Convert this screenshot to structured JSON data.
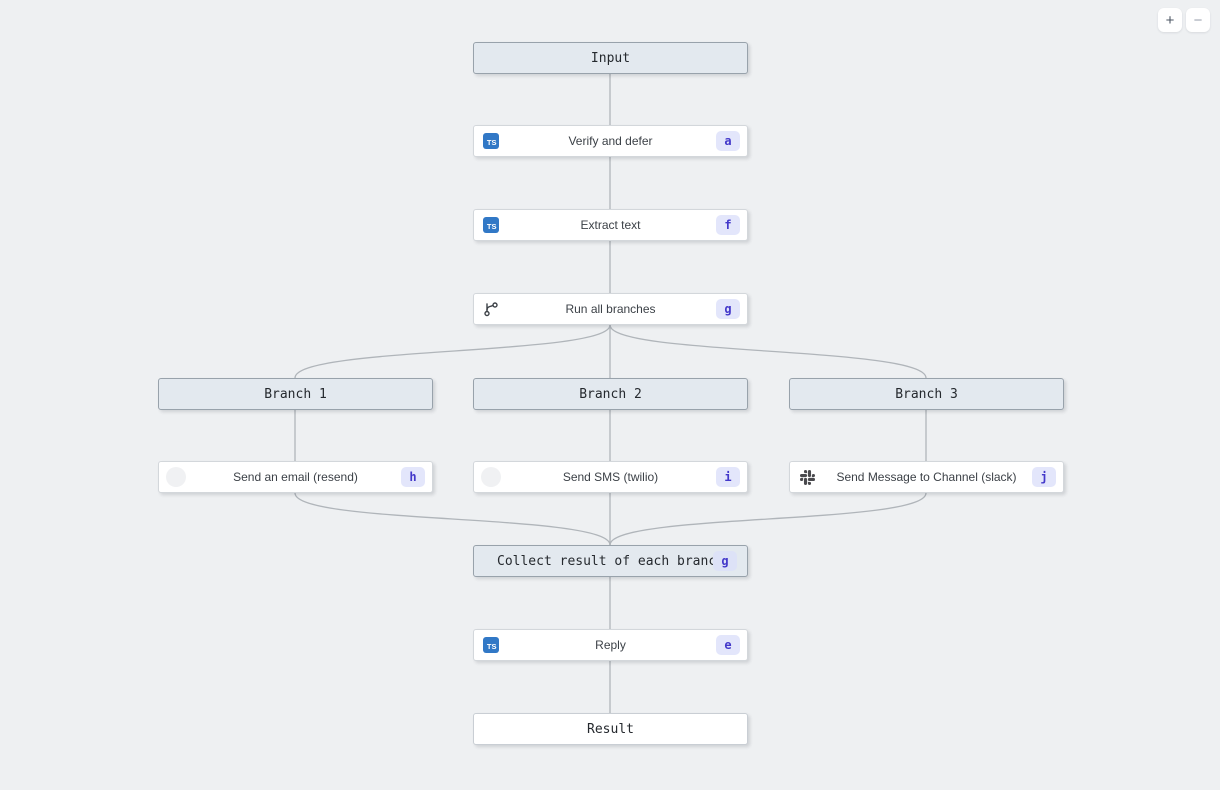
{
  "controls": {
    "zoom_in_label": "+",
    "zoom_out_label": "−"
  },
  "colors": {
    "canvas_bg": "#eef0f2",
    "connector": "#b0b5ba",
    "header_fill": "#e3e9ef",
    "header_border": "#98a2ab",
    "node_fill": "#ffffff",
    "badge_bg": "#e3e6fb",
    "badge_text": "#4338ca",
    "typescript_blue": "#3178c6",
    "slack_glyph": "#49494d"
  },
  "icons": {
    "typescript_label": "TS",
    "git_branch": "git-branch-icon",
    "slack": "slack-icon",
    "resend": "resend-logo-placeholder",
    "twilio": "twilio-logo-placeholder"
  },
  "nodes": {
    "input": {
      "label": "Input"
    },
    "verify": {
      "label": "Verify and defer",
      "badge": "a"
    },
    "extract": {
      "label": "Extract text",
      "badge": "f"
    },
    "run": {
      "label": "Run all branches",
      "badge": "g"
    },
    "branch1": {
      "label": "Branch 1"
    },
    "branch2": {
      "label": "Branch 2"
    },
    "branch3": {
      "label": "Branch 3"
    },
    "email": {
      "label": "Send an email (resend)",
      "badge": "h"
    },
    "sms": {
      "label": "Send SMS (twilio)",
      "badge": "i"
    },
    "slack": {
      "label": "Send Message to Channel (slack)",
      "badge": "j"
    },
    "collect": {
      "label": "Collect result of each branch",
      "badge": "g"
    },
    "reply": {
      "label": "Reply",
      "badge": "e"
    },
    "result": {
      "label": "Result"
    }
  }
}
